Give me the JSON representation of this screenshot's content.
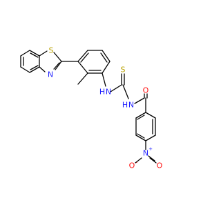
{
  "molecule": {
    "colors": {
      "carbon_bond": "#000000",
      "S": "#b8a100",
      "N": "#2020ff",
      "O": "#ff0d0d",
      "background": "#ffffff"
    },
    "atoms": {
      "S_thiazole": {
        "element": "S",
        "text": "S"
      },
      "N_thiazole": {
        "element": "N",
        "text": "N"
      },
      "NH_left": {
        "element": "N",
        "text": "N",
        "h_text": "H"
      },
      "S_thioxo": {
        "element": "S",
        "text": "S"
      },
      "NH_right": {
        "element": "N",
        "text": "N",
        "h_text": "H"
      },
      "O_carbonyl": {
        "element": "O",
        "text": "O"
      },
      "N_nitro": {
        "element": "N",
        "text": "N",
        "charge": "+"
      },
      "O_nitro_left": {
        "element": "O",
        "text": "O",
        "charge": "-"
      },
      "O_nitro_right": {
        "element": "O",
        "text": "O"
      }
    }
  }
}
